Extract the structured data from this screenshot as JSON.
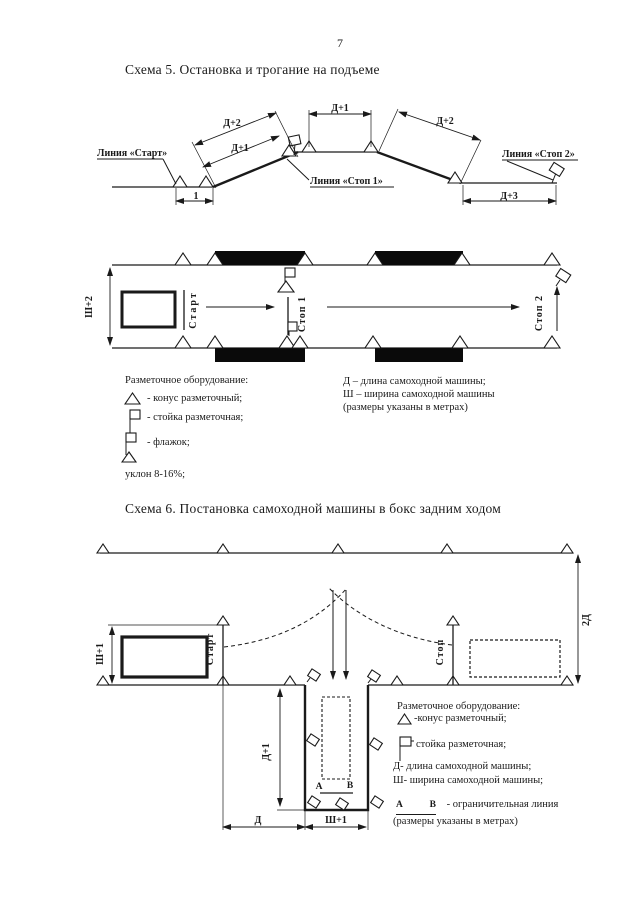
{
  "page": {
    "number": "7"
  },
  "scheme5": {
    "title": "Схема 5. Остановка и трогание на подъеме",
    "profile": {
      "line_start": "Линия «Старт»",
      "line_stop1": "Линия «Стоп 1»",
      "line_stop2": "Линия «Стоп 2»",
      "dim_left_outer": "Д+2",
      "dim_left_inner": "Д+1",
      "dim_top": "Д+1",
      "dim_right": "Д+2",
      "dim_base": "1",
      "dim_runout": "Д+3"
    },
    "plan": {
      "dim_width": "Ш+2",
      "label_start": "Старт",
      "label_stop1": "Стоп 1",
      "label_stop2": "Стоп 2"
    },
    "legend": {
      "heading": "Разметочное оборудование:",
      "cone": "- конус разметочный;",
      "post": "- стойка разметочная;",
      "flag": "- флажок;",
      "slope": "уклон 8-16%;",
      "dim_length": "Д – длина самоходной машины;",
      "dim_width": "Ш – ширина самоходной машины",
      "units": "(размеры указаны в метрах)"
    }
  },
  "scheme6": {
    "title": "Схема 6. Постановка самоходной машины в бокс задним ходом",
    "diagram": {
      "dim_depth": "2Д",
      "dim_width_left": "Ш+1",
      "label_start": "Старт",
      "label_stop": "Стоп",
      "dim_box_depth": "Д+1",
      "dim_length": "Д",
      "dim_box_width": "Ш+1",
      "point_a": "А",
      "point_b": "В"
    },
    "legend": {
      "heading": "Разметочное оборудование:",
      "cone": "-конус разметочный;",
      "post": "стойка разметочная;",
      "dim_length": "Д- длина самоходной машины;",
      "dim_width": "Ш- ширина самоходной машины;",
      "point_a": "А",
      "point_b": "В",
      "limit_line": "- ограничительная линия",
      "units": "(размеры указаны в метрах)"
    }
  }
}
